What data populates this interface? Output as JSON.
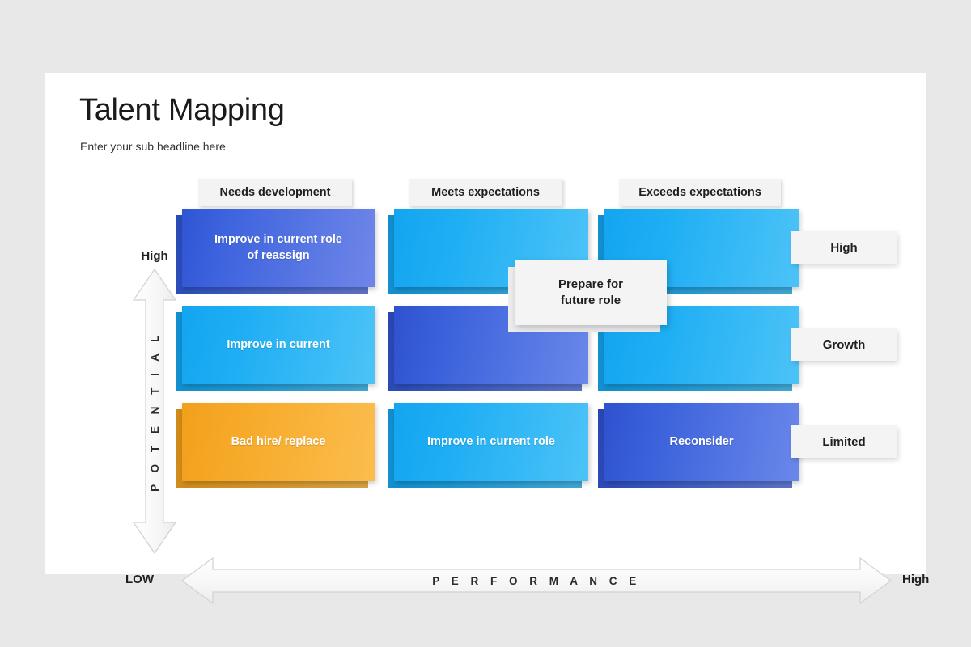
{
  "slide": {
    "title": "Talent Mapping",
    "subtitle": "Enter your sub headline here"
  },
  "columns": [
    {
      "label": "Needs development"
    },
    {
      "label": "Meets expectations"
    },
    {
      "label": "Exceeds expectations"
    }
  ],
  "row_labels": [
    {
      "label": "High"
    },
    {
      "label": "Growth"
    },
    {
      "label": "Limited"
    }
  ],
  "matrix": {
    "cells": [
      {
        "id": "r1c1",
        "label": "Improve in current role\nof reassign",
        "color": "g-indigo"
      },
      {
        "id": "r1c2",
        "label": "",
        "color": "g-cyan"
      },
      {
        "id": "r1c3",
        "label": "",
        "color": "g-cyan"
      },
      {
        "id": "r2c1",
        "label": "Improve  in current",
        "color": "g-cyan"
      },
      {
        "id": "r2c2",
        "label": "",
        "color": "g-royal"
      },
      {
        "id": "r2c3",
        "label": "",
        "color": "g-cyan"
      },
      {
        "id": "r3c1",
        "label": "Bad hire/ replace",
        "color": "g-orange"
      },
      {
        "id": "r3c2",
        "label": "Improve in current role",
        "color": "g-cyan"
      },
      {
        "id": "r3c3",
        "label": "Reconsider",
        "color": "g-royal"
      }
    ]
  },
  "callout": {
    "label": "Prepare for\nfuture role"
  },
  "axes": {
    "vertical": {
      "name": "P O T E N T I A L",
      "top_cap": "High"
    },
    "horizontal": {
      "name": "P E R F O R M A N C E",
      "left_cap": "LOW",
      "right_cap": "High"
    }
  },
  "colors": {
    "page_background": "#e8e8e8",
    "slide_background": "#ffffff",
    "indigo": "#3d63de",
    "cyan": "#1eaef4",
    "royal": "#3a61db",
    "orange": "#f7ab2b",
    "chip_gray": "#f3f3f3",
    "text_dark": "#1f1f1f"
  }
}
